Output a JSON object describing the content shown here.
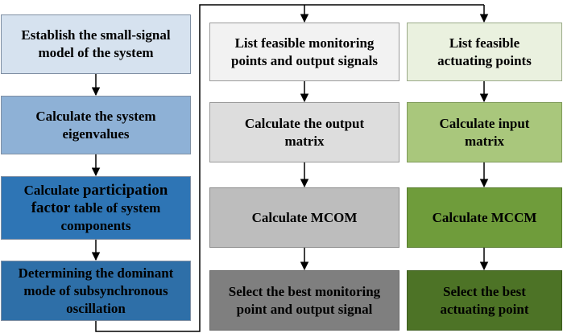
{
  "left_column": [
    {
      "lines": [
        "Establish the small-signal",
        "model of the system"
      ]
    },
    {
      "lines": [
        "Calculate the system",
        "eigenvalues"
      ]
    },
    {
      "lines": [
        "Calculate participation",
        "factor table of system",
        "components"
      ],
      "emphasis": [
        "participation",
        "factor"
      ]
    },
    {
      "lines": [
        "Determining the dominant",
        "mode of subsynchronous",
        "oscillation"
      ]
    }
  ],
  "middle_column": [
    {
      "lines": [
        "List feasible monitoring",
        "points and output signals"
      ]
    },
    {
      "lines": [
        "Calculate the output",
        "matrix"
      ]
    },
    {
      "lines": [
        "Calculate MCOM"
      ]
    },
    {
      "lines": [
        "Select the best monitoring",
        "point and output signal"
      ]
    }
  ],
  "right_column": [
    {
      "lines": [
        "List feasible",
        "actuating points"
      ]
    },
    {
      "lines": [
        "Calculate input",
        "matrix"
      ]
    },
    {
      "lines": [
        "Calculate MCCM"
      ]
    },
    {
      "lines": [
        "Select the best",
        "actuating point"
      ]
    }
  ],
  "colors": {
    "left": [
      "#d6e2ef",
      "#8eb1d6",
      "#2e75b5",
      "#2e6fa8"
    ],
    "middle": [
      "#f2f2f2",
      "#dddddd",
      "#bdbdbd",
      "#7f7f7f"
    ],
    "right": [
      "#eaf1df",
      "#a9c77c",
      "#6f9c3b",
      "#4d7326"
    ],
    "connector": "#000000"
  }
}
